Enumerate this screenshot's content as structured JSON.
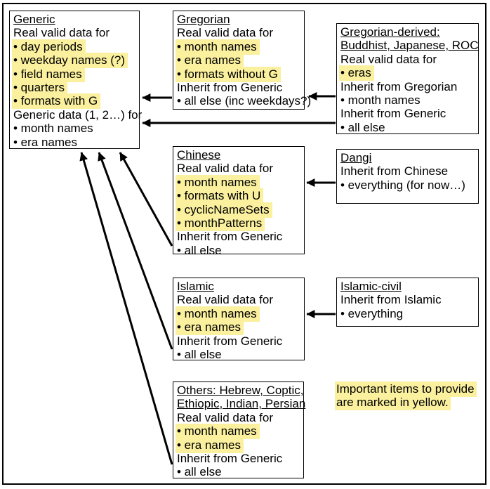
{
  "colors": {
    "highlight": "#FAF09E",
    "line": "#000000"
  },
  "boxes": {
    "generic": {
      "title": "Generic",
      "lines": [
        {
          "text": "Real valid data for",
          "hl": false
        },
        {
          "text": "• day periods",
          "hl": true
        },
        {
          "text": "• weekday names (?)",
          "hl": true
        },
        {
          "text": "• field names",
          "hl": true
        },
        {
          "text": "• quarters",
          "hl": true
        },
        {
          "text": "• formats with G",
          "hl": true
        },
        {
          "text": "Generic data (1, 2…) for",
          "hl": false
        },
        {
          "text": "• month names",
          "hl": false
        },
        {
          "text": "• era names",
          "hl": false
        }
      ]
    },
    "gregorian": {
      "title": "Gregorian",
      "lines": [
        {
          "text": "Real valid data for",
          "hl": false
        },
        {
          "text": "• month names",
          "hl": true
        },
        {
          "text": "• era names",
          "hl": true
        },
        {
          "text": "• formats without G",
          "hl": true
        },
        {
          "text": "Inherit from Generic",
          "hl": false
        },
        {
          "text": "• all else (inc weekdays?)",
          "hl": false
        }
      ]
    },
    "gregorian_derived": {
      "title1": "Gregorian-derived:",
      "title2": "Buddhist, Japanese, ROC",
      "lines": [
        {
          "text": "Real valid data for",
          "hl": false
        },
        {
          "text": "• eras",
          "hl": true
        },
        {
          "text": "Inherit from Gregorian",
          "hl": false
        },
        {
          "text": "• month names",
          "hl": false
        },
        {
          "text": "Inherit from Generic",
          "hl": false
        },
        {
          "text": "• all else",
          "hl": false
        }
      ]
    },
    "chinese": {
      "title": "Chinese",
      "lines": [
        {
          "text": "Real valid data for",
          "hl": false
        },
        {
          "text": "• month names",
          "hl": true
        },
        {
          "text": "• formats with U",
          "hl": true
        },
        {
          "text": "• cyclicNameSets",
          "hl": true
        },
        {
          "text": "• monthPatterns",
          "hl": true
        },
        {
          "text": "Inherit from Generic",
          "hl": false
        },
        {
          "text": "• all else",
          "hl": false
        }
      ]
    },
    "dangi": {
      "title": "Dangi",
      "lines": [
        {
          "text": "Inherit from Chinese",
          "hl": false
        },
        {
          "text": "• everything (for now…)",
          "hl": false
        }
      ]
    },
    "islamic": {
      "title": "Islamic",
      "lines": [
        {
          "text": "Real valid data for",
          "hl": false
        },
        {
          "text": "• month names",
          "hl": true
        },
        {
          "text": "• era names",
          "hl": true
        },
        {
          "text": "Inherit from Generic",
          "hl": false
        },
        {
          "text": "• all else",
          "hl": false
        }
      ]
    },
    "islamic_civil": {
      "title": "Islamic-civil",
      "lines": [
        {
          "text": "Inherit from Islamic",
          "hl": false
        },
        {
          "text": "• everything",
          "hl": false
        }
      ]
    },
    "others": {
      "title1": "Others: Hebrew, Coptic,",
      "title2": "Ethiopic, Indian, Persian",
      "lines": [
        {
          "text": "Real valid data for",
          "hl": false
        },
        {
          "text": "• month names",
          "hl": true
        },
        {
          "text": "• era names",
          "hl": true
        },
        {
          "text": "Inherit from Generic",
          "hl": false
        },
        {
          "text": "• all else",
          "hl": false
        }
      ]
    }
  },
  "note": {
    "line1": "Important items to provide",
    "line2": "are marked in yellow."
  }
}
